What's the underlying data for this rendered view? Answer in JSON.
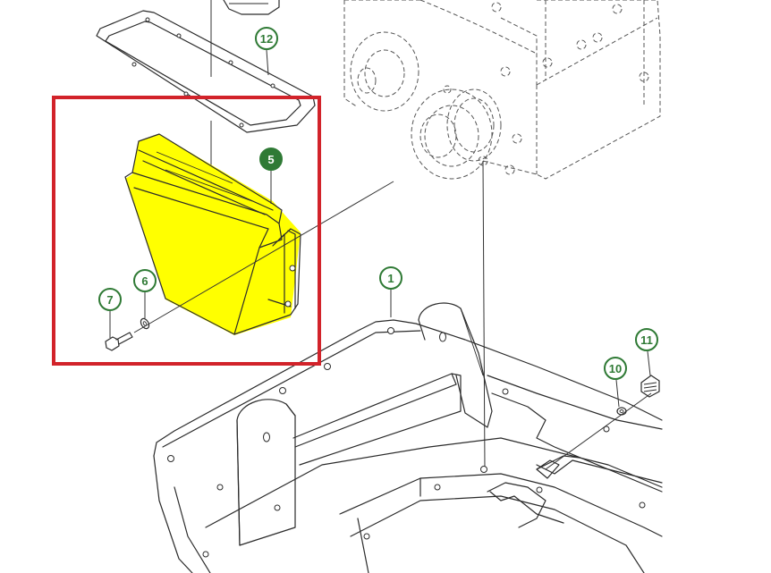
{
  "diagram": {
    "callouts": [
      {
        "id": "1",
        "label": "1",
        "selected": false
      },
      {
        "id": "5",
        "label": "5",
        "selected": true
      },
      {
        "id": "6",
        "label": "6",
        "selected": false
      },
      {
        "id": "7",
        "label": "7",
        "selected": false
      },
      {
        "id": "10",
        "label": "10",
        "selected": false
      },
      {
        "id": "11",
        "label": "11",
        "selected": false
      },
      {
        "id": "12",
        "label": "12",
        "selected": false
      }
    ],
    "colors": {
      "highlight_part": "#ffff00",
      "selection_box": "#d2232a",
      "callout_green": "#2f7a35",
      "line": "#2b2b2b"
    }
  }
}
